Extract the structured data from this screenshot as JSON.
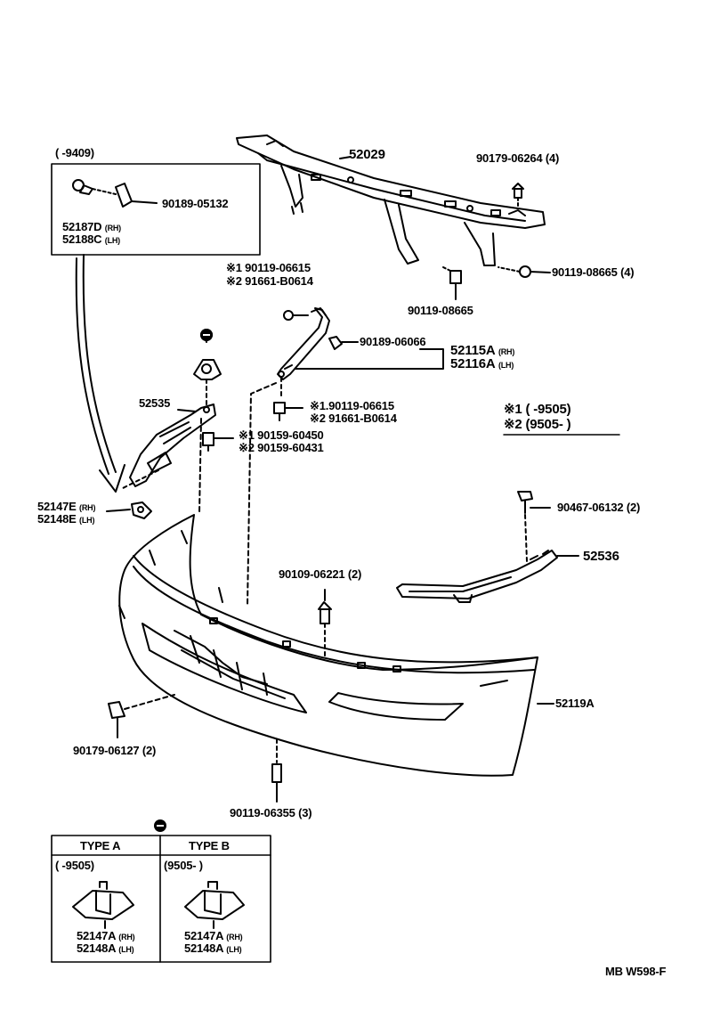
{
  "main_part": {
    "part": "52029"
  },
  "bolt_main_top": {
    "part": "90179-06264",
    "qty": "(4)"
  },
  "bolt_main_right": {
    "part": "90119-08665",
    "qty": "(4)"
  },
  "bolt_main_center": {
    "part": "90119-08665"
  },
  "inset_top": {
    "range": "(        -9409)",
    "screw": "90189-05132",
    "rh": "52187D",
    "lh": "52188C",
    "rh_tag": "(RH)",
    "lh_tag": "(LH)"
  },
  "stay_upper": {
    "note1": "※1 90119-06615",
    "note2": "※2 91661-B0614"
  },
  "stay_screw": {
    "part": "90189-06066"
  },
  "stay_parts": {
    "rh": "52115A",
    "lh": "52116A",
    "rh_tag": "(RH)",
    "lh_tag": "(LH)"
  },
  "stay_lower": {
    "note1": "※1.90119-06615",
    "note2": "※2 91661-B0614"
  },
  "legend": {
    "l1": "※1 (        -9505)",
    "l2": "※2 (9505-        )"
  },
  "bracket_left": {
    "part": "52535"
  },
  "bracket_left_bolt": {
    "note1": "※1 90159-60450",
    "note2": "※2 90159-60431"
  },
  "retainer_left": {
    "rh": "52147E",
    "lh": "52148E",
    "rh_tag": "(RH)",
    "lh_tag": "(LH)"
  },
  "clip_right": {
    "part": "90467-06132",
    "qty": "(2)"
  },
  "bracket_right": {
    "part": "52536"
  },
  "bolt_center": {
    "part": "90109-06221",
    "qty": "(2)"
  },
  "bumper": {
    "part": "52119A"
  },
  "nut_left": {
    "part": "90179-06127",
    "qty": "(2)"
  },
  "bolt_bottom": {
    "part": "90119-06355",
    "qty": "(3)"
  },
  "types": {
    "a": {
      "title": "TYPE  A",
      "range": "(      -9505)",
      "rh": "52147A",
      "lh": "52148A",
      "rh_tag": "(RH)",
      "lh_tag": "(LH)"
    },
    "b": {
      "title": "TYPE  B",
      "range": "(9505-        )",
      "rh": "52147A",
      "lh": "52148A",
      "rh_tag": "(RH)",
      "lh_tag": "(LH)"
    }
  },
  "footer": {
    "code": "MB  W598-F"
  }
}
